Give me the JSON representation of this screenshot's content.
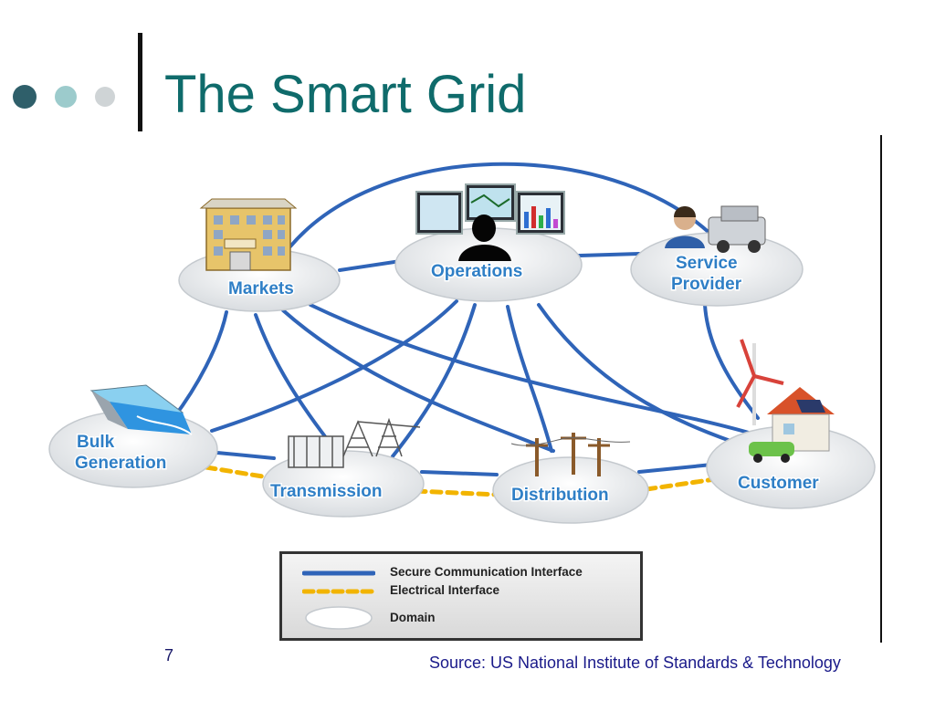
{
  "slide": {
    "title": "The Smart Grid",
    "page_number": "7",
    "source": "Source: US National Institute of Standards & Technology"
  },
  "bullet_dot_colors": [
    "#2f5f6a",
    "#9ccbcc",
    "#cfd4d6"
  ],
  "colors": {
    "title": "#0f6b6b",
    "communication_line": "#2f64b8",
    "electrical_line": "#f2b400",
    "domain_label": "#2f7fc6"
  },
  "diagram": {
    "domains": {
      "markets": {
        "label": "Markets",
        "icon": "office-building-icon"
      },
      "operations": {
        "label": "Operations",
        "icon": "control-room-monitors-icon"
      },
      "service_provider": {
        "label_line1": "Service",
        "label_line2": "Provider",
        "icon": "technician-truck-icon"
      },
      "bulk_generation": {
        "label_line1": "Bulk",
        "label_line2": "Generation",
        "icon": "hydro-dam-icon"
      },
      "transmission": {
        "label": "Transmission",
        "icon": "substation-tower-icon"
      },
      "distribution": {
        "label": "Distribution",
        "icon": "utility-pole-icon"
      },
      "customer": {
        "label": "Customer",
        "icon": "house-windturbine-car-icon"
      }
    }
  },
  "legend": {
    "communication_label": "Secure Communication Interface",
    "electrical_label": "Electrical Interface",
    "domain_label": "Domain"
  }
}
